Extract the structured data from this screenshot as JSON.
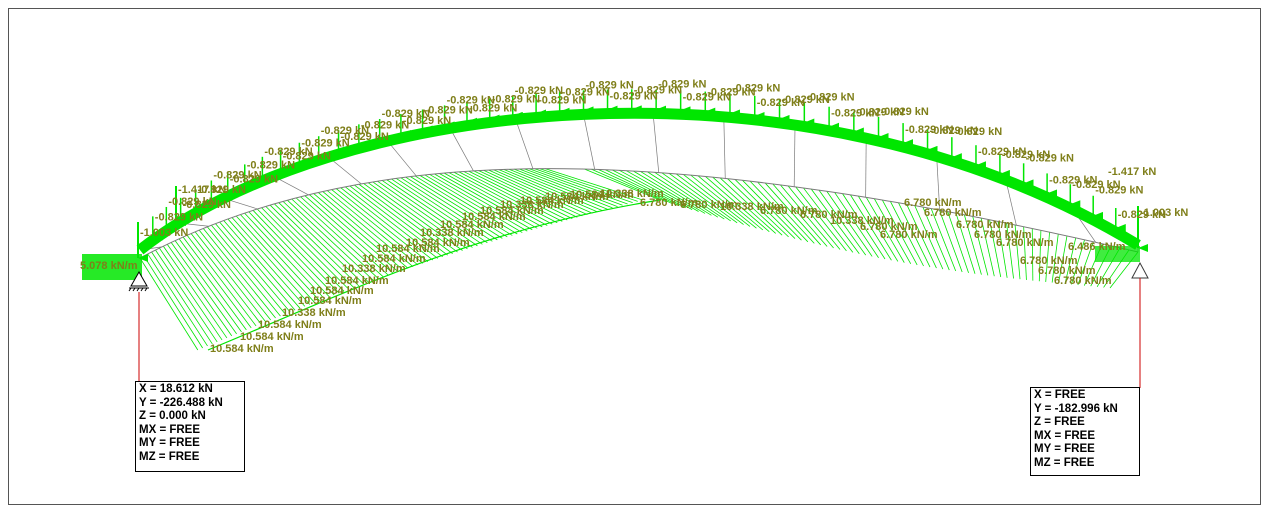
{
  "colors": {
    "load": "#00e600",
    "label": "#7f7f1a",
    "member": "#7a7a7a",
    "support_line": "#cc0000"
  },
  "nodal_loads": {
    "left_end_point": "-1.003 kN",
    "left_secondary_point": "-1.417 kN",
    "right_end_point": "-1.003 kN",
    "right_secondary_point": "-1.417 kN",
    "horizontal_load": "5.078 kN/m",
    "right_horizontal_load": "6.486 kN/m"
  },
  "point_load_label": "-0.829 kN",
  "left_distributed_label": "10.584 kN/m",
  "left_distributed_label_alt": "10.338 kN/m",
  "right_distributed_label": "6.780 kN/m",
  "right_distributed_label_alt": "10.338 kN/m",
  "reactions": {
    "left": {
      "x": "X = 18.612 kN",
      "y": "Y = -226.488 kN",
      "z": "Z = 0.000 kN",
      "mx": "MX = FREE",
      "my": "MY = FREE",
      "mz": "MZ = FREE"
    },
    "right": {
      "x": "X = FREE",
      "y": "Y = -182.996 kN",
      "z": "Z = FREE",
      "mx": "MX = FREE",
      "my": "MY = FREE",
      "mz": "MZ = FREE"
    }
  }
}
